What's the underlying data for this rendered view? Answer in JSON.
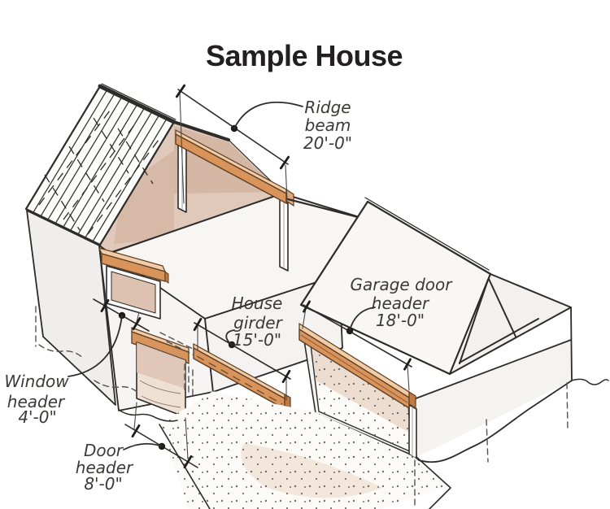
{
  "title": "Sample House",
  "figure": {
    "type": "axonometric cutaway illustration",
    "subject": "house and garage structural framing members with span dimensions"
  },
  "labels": {
    "ridge_beam": {
      "name": "Ridge beam",
      "dimension": "20'-0\"",
      "line1": "Ridge",
      "line2": "beam",
      "line3": "20'-0\""
    },
    "house_girder": {
      "name": "House girder",
      "dimension": "15'-0\"",
      "line1": "House",
      "line2": "girder",
      "line3": "15'-0\""
    },
    "garage_door_header": {
      "name": "Garage door header",
      "dimension": "18'-0\"",
      "line1": "Garage door",
      "line2": "header",
      "line3": "18'-0\""
    },
    "window_header": {
      "name": "Window header",
      "dimension": "4'-0\"",
      "line1": "Window",
      "line2": "header",
      "line3": "4'-0\""
    },
    "door_header": {
      "name": "Door header",
      "dimension": "8'-0\"",
      "line1": "Door",
      "line2": "header",
      "line3": "8'-0\""
    }
  },
  "colors": {
    "wood": "#d9945c",
    "wood_light": "#f0cda6",
    "wood_dark": "#c07a42",
    "interior_wash": "#d8bca9",
    "line": "#2e2c2a",
    "label_text": "#3c3a38",
    "title_text": "#231f20"
  }
}
